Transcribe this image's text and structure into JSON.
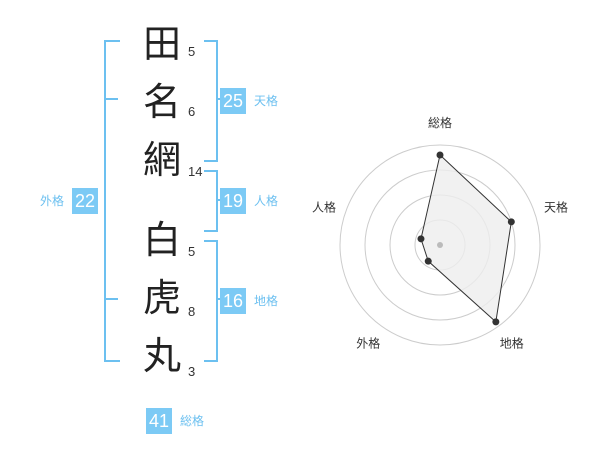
{
  "name": {
    "characters": [
      {
        "char": "田",
        "strokes": "5"
      },
      {
        "char": "名",
        "strokes": "6"
      },
      {
        "char": "網",
        "strokes": "14"
      },
      {
        "char": "白",
        "strokes": "5"
      },
      {
        "char": "虎",
        "strokes": "8"
      },
      {
        "char": "丸",
        "strokes": "3"
      }
    ]
  },
  "fortunes": {
    "tenkaku": {
      "value": "25",
      "label": "天格"
    },
    "jinkaku": {
      "value": "19",
      "label": "人格"
    },
    "chikaku": {
      "value": "16",
      "label": "地格"
    },
    "gaikaku": {
      "value": "22",
      "label": "外格"
    },
    "soukaku": {
      "value": "41",
      "label": "総格"
    }
  },
  "chart_data": {
    "type": "radar",
    "axes": [
      "総格",
      "天格",
      "地格",
      "外格",
      "人格"
    ],
    "values": [
      0.9,
      0.75,
      0.95,
      0.2,
      0.2
    ],
    "max": 1,
    "rings": 4,
    "colors": {
      "fill": "#eeeeee",
      "line": "#333333",
      "ring": "#cccccc"
    }
  }
}
